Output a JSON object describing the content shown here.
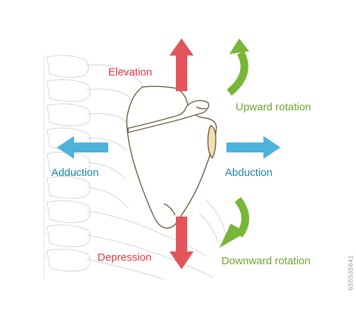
{
  "labels": {
    "elevation": "Elevation",
    "depression": "Depression",
    "adduction": "Adduction",
    "abduction": "Abduction",
    "upward_rotation": "Upward rotation",
    "downward_rotation": "Downward rotation"
  },
  "stock_id": "655535641",
  "colors": {
    "elevation_depression": "#e2555a",
    "adduction_abduction": "#4bb3dc",
    "rotation": "#78b63a",
    "bone_outline": "#6b5a3a",
    "ribcage": "#dcdcdc"
  }
}
